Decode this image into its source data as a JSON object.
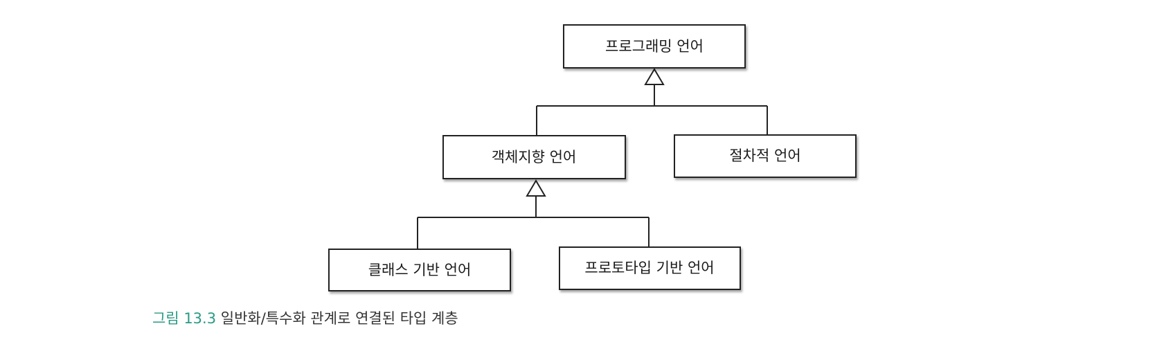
{
  "nodes": {
    "root": "프로그래밍 언어",
    "oop": "객체지향 언어",
    "procedural": "절차적 언어",
    "class_based": "클래스 기반 언어",
    "prototype": "프로토타입 기반 언어"
  },
  "caption": {
    "number": "그림 13.3",
    "text": "일반화/특수화 관계로 연결된 타입 계층"
  },
  "colors": {
    "caption_number": "#2a9a86",
    "stroke": "#222222"
  }
}
